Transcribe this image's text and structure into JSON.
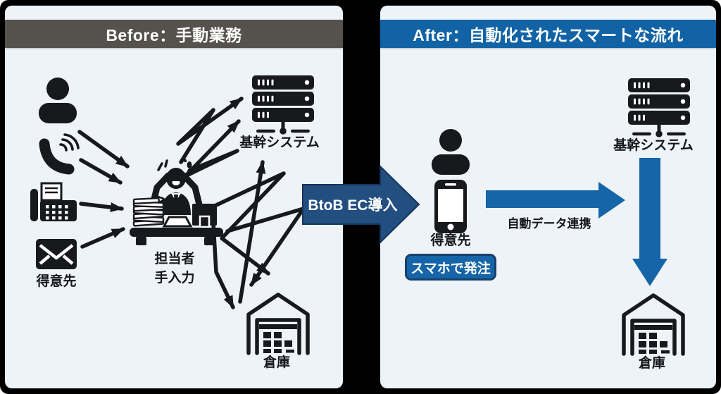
{
  "before": {
    "title": "Before：手動業務",
    "customer_label": "得意先",
    "staff_label_1": "担当者",
    "staff_label_2": "手入力",
    "system_label": "基幹システム",
    "warehouse_label": "倉庫"
  },
  "transition": {
    "arrow_label": "BtoB EC導入"
  },
  "after": {
    "title": "After：自動化されたスマートな流れ",
    "customer_label": "得意先",
    "badge_label": "スマホで発注",
    "flow_label": "自動データ連携",
    "system_label": "基幹システム",
    "warehouse_label": "倉庫"
  },
  "colors": {
    "outer_bg": "#000000",
    "panel_bg": "#edf3f7",
    "before_header_bg": "#55524d",
    "after_header_bg": "#1263a5",
    "transition_arrow": "#234e80",
    "flow_arrow": "#1565a8",
    "badge_bg": "#1565a8",
    "badge_border": "#17406b",
    "icon": "#17191c"
  }
}
